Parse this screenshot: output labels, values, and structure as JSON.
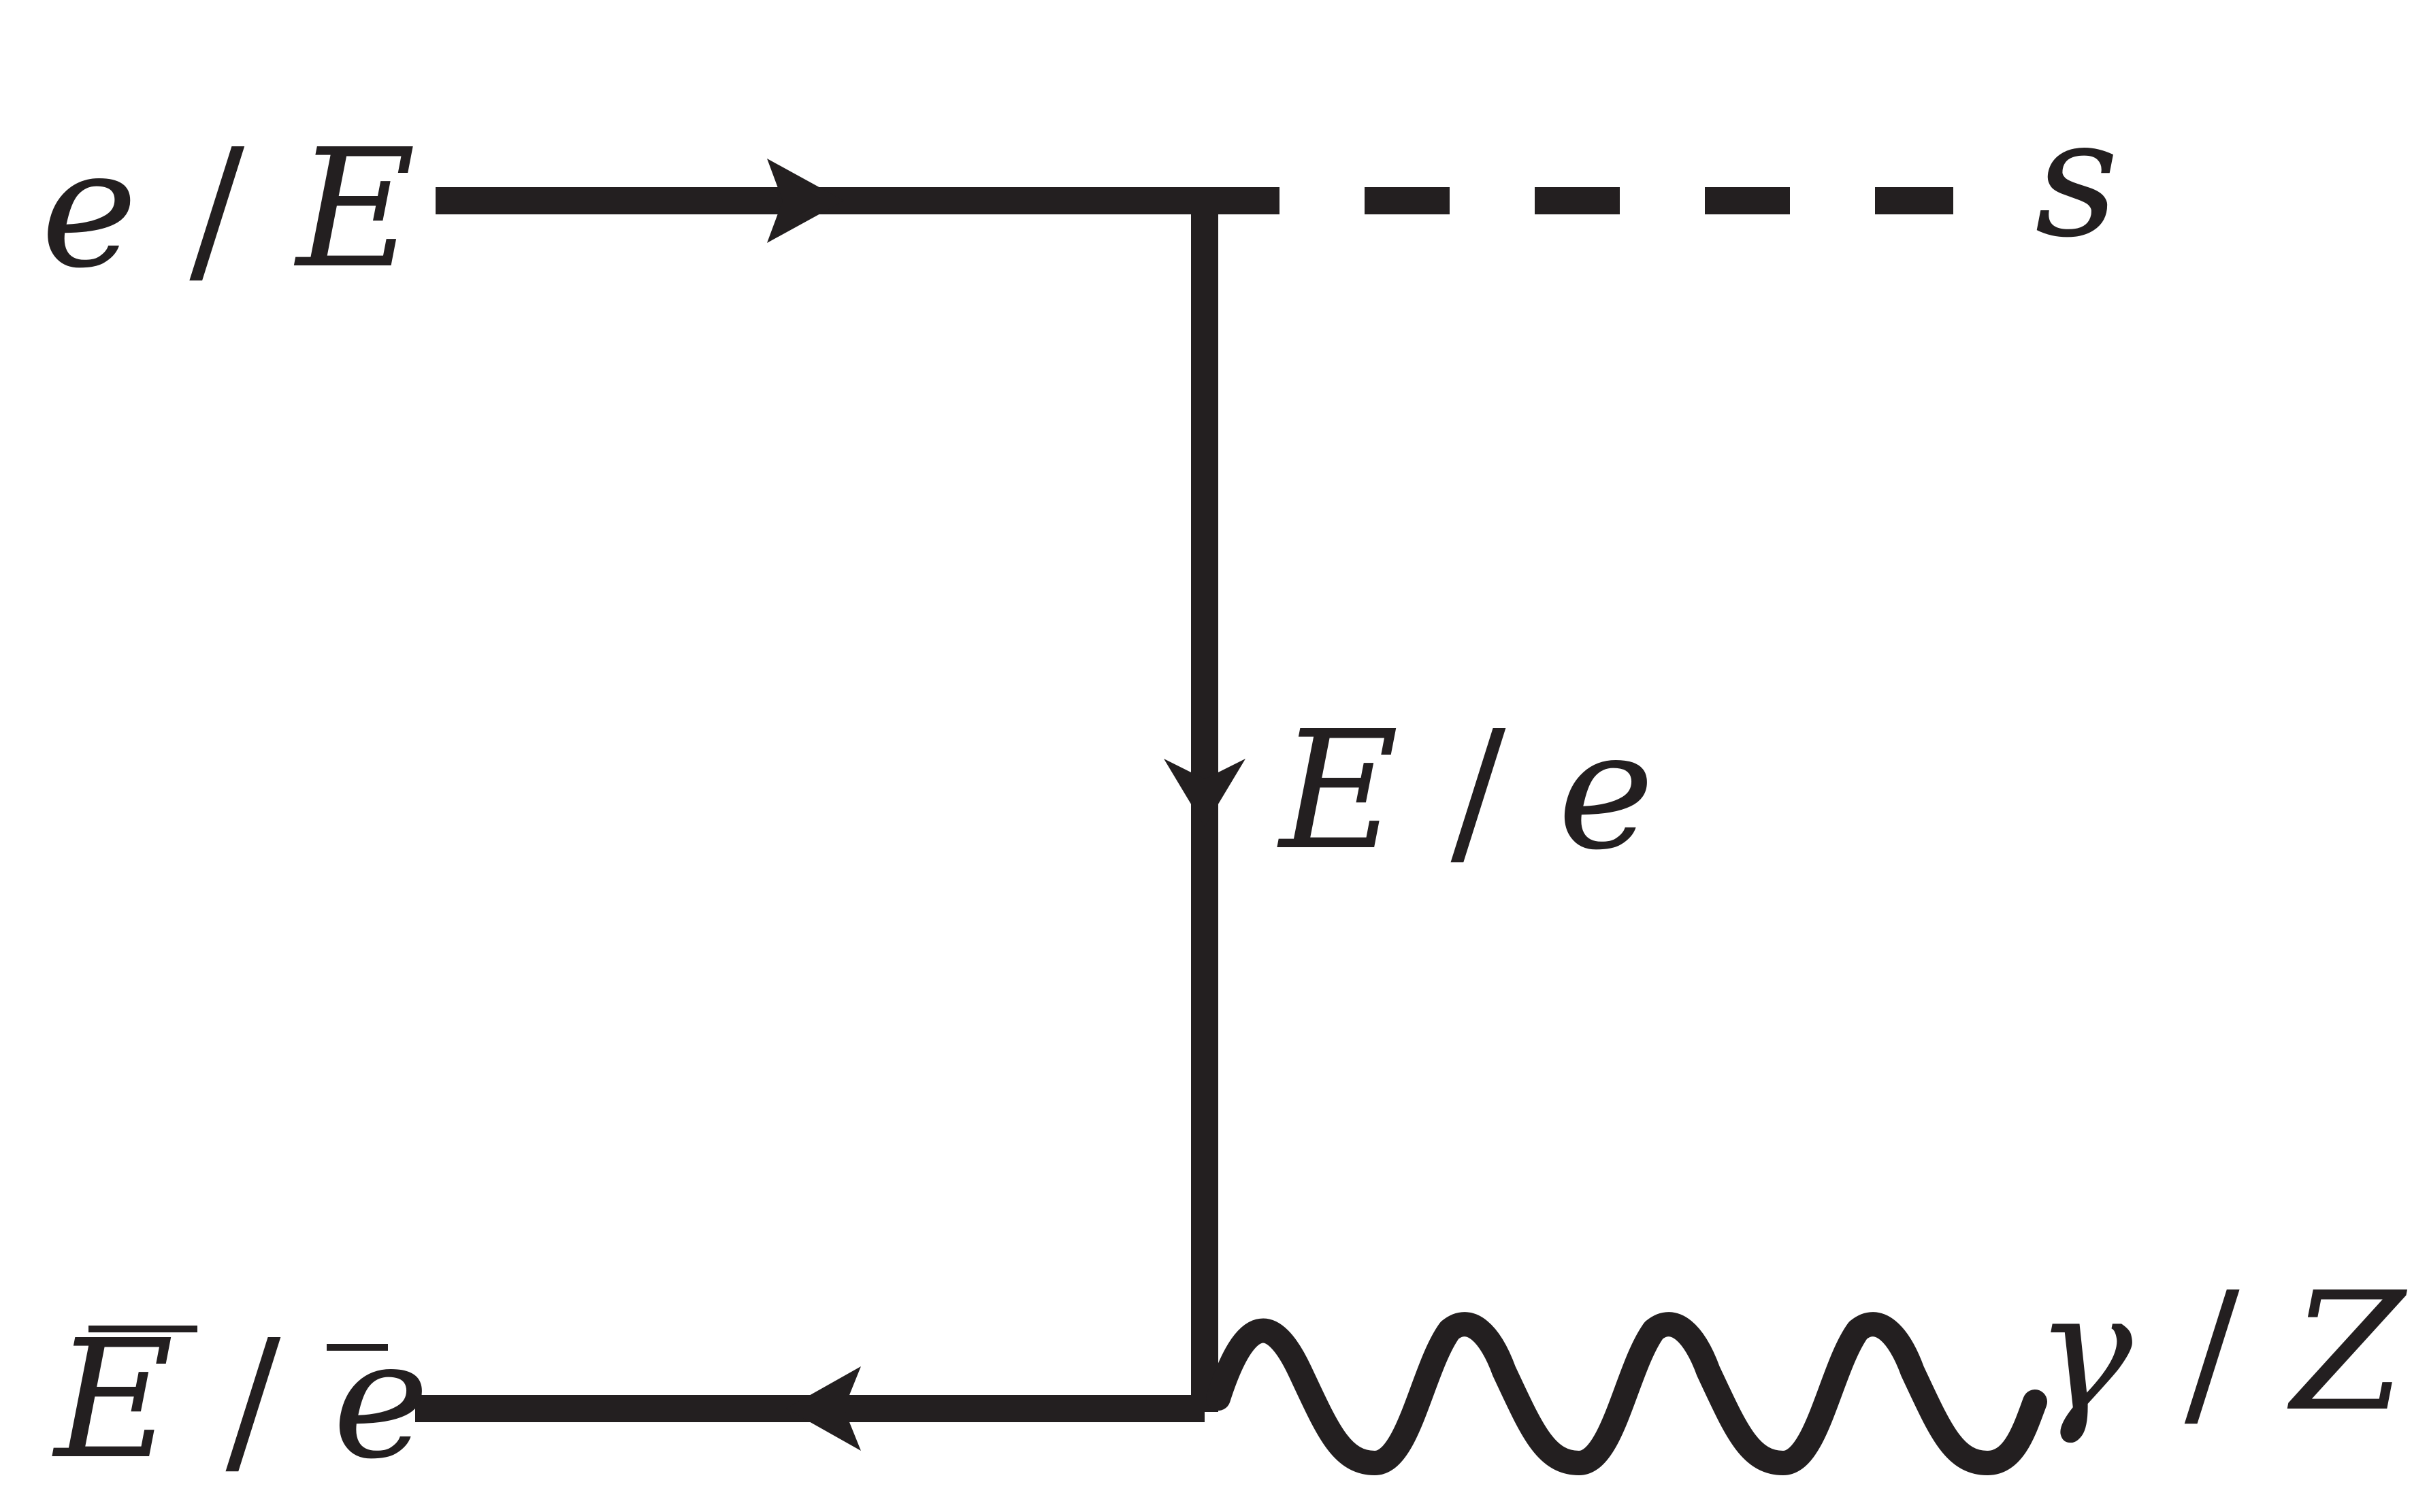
{
  "labels": {
    "top_left": {
      "left": "e",
      "right": "E",
      "sep": "/"
    },
    "top_right": "s",
    "middle": {
      "left": "E",
      "right": "e",
      "sep": "/"
    },
    "bottom_left": {
      "left": "E",
      "right": "e",
      "sep": "/",
      "bar": "¯"
    },
    "bottom_right": {
      "left": "γ",
      "right": "Z",
      "sep": "/"
    }
  },
  "colors": {
    "ink": "#231f20",
    "background": "#ffffff"
  }
}
